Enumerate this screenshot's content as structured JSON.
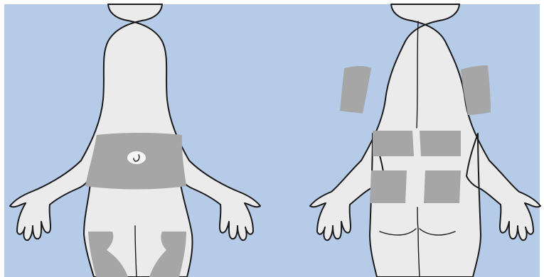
{
  "figure": {
    "background_color": "#b6cbe7",
    "border_color": "#ffffff",
    "skin_color": "#ebebeb",
    "site_color": "#a6a6a6",
    "outline_color": "#1a1a1a",
    "views": [
      {
        "view": "front",
        "shaded_sites": [
          "abdomen",
          "left-thigh",
          "right-thigh"
        ],
        "marker": "navel-icon"
      },
      {
        "view": "back",
        "shaded_sites": [
          "left-upper-arm",
          "right-upper-arm",
          "lower-back-left",
          "lower-back-right",
          "left-buttock",
          "right-buttock"
        ]
      }
    ]
  }
}
